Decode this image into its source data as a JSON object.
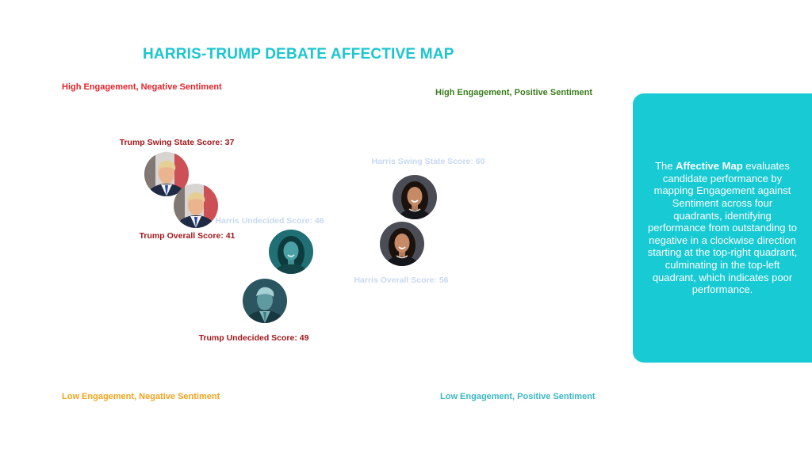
{
  "page": {
    "title": "HARRIS-TRUMP DEBATE AFFECTIVE MAP"
  },
  "quadrants": {
    "top_left": "High Engagement, Negative Sentiment",
    "top_right": "High Engagement, Positive Sentiment",
    "bottom_left": "Low Engagement, Negative Sentiment",
    "bottom_right": "Low Engagement, Positive Sentiment"
  },
  "info_panel": {
    "prefix": "The ",
    "highlight": "Affective Map",
    "text": " evaluates candidate performance by mapping Engagement against Sentiment across four quadrants, identifying performance from outstanding to negative in a clockwise direction starting at the top-right quadrant, culminating in the top-left quadrant, which indicates poor performance."
  },
  "colors": {
    "title": "#1ac6cf",
    "top_left": "#e3232a",
    "top_right": "#3a7d1e",
    "bottom_left": "#f2a41c",
    "bottom_right": "#3ab8c4",
    "trump_label": "#a1161a",
    "harris_label": "#c7d9f2",
    "panel_bg": "#17cad3"
  },
  "chart_data": {
    "type": "scatter",
    "points": [
      {
        "candidate": "Trump",
        "label": "Trump Swing State Score: 37",
        "score": 37,
        "photo": "trump-photo",
        "tint": "color"
      },
      {
        "candidate": "Trump",
        "label": "Trump Overall Score: 41",
        "score": 41,
        "photo": "trump-photo",
        "tint": "color"
      },
      {
        "candidate": "Harris",
        "label": "Harris Undecided Score: 46",
        "score": 46,
        "photo": "harris-photo",
        "tint": "teal"
      },
      {
        "candidate": "Trump",
        "label": "Trump Undecided Score: 49",
        "score": 49,
        "photo": "trump-photo",
        "tint": "teal"
      },
      {
        "candidate": "Harris",
        "label": "Harris Overall Score: 56",
        "score": 56,
        "photo": "harris-photo",
        "tint": "color"
      },
      {
        "candidate": "Harris",
        "label": "Harris Swing State Score: 60",
        "score": 60,
        "photo": "harris-photo",
        "tint": "color"
      }
    ]
  }
}
